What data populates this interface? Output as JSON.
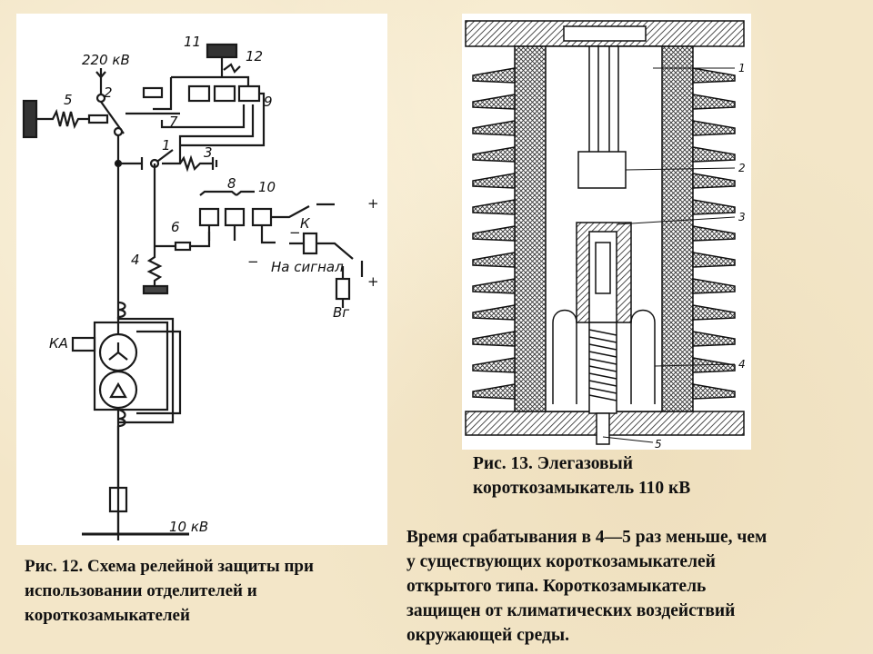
{
  "fig12": {
    "labels": {
      "voltage_top": "220 кВ",
      "voltage_bottom": "10 кВ",
      "n1": "1",
      "n2": "2",
      "n3": "3",
      "n4": "4",
      "n5": "5",
      "n6": "6",
      "n7": "7",
      "n8": "8",
      "n9": "9",
      "n10": "10",
      "n11": "11",
      "n12": "12",
      "relay_k": "К",
      "signal": "На сигнал",
      "ka": "КА",
      "bg": "Вг",
      "plus": "+",
      "minus": "−"
    },
    "caption_lines": [
      "Рис. 12. Схема релейной защиты при",
      "использовании отделителей и",
      "короткозамыкателей"
    ]
  },
  "fig13": {
    "labels": {
      "p1": "1",
      "p2": "2",
      "p3": "3",
      "p4": "4",
      "p5": "5"
    },
    "caption_lines": [
      "Рис. 13. Элегазовый",
      "короткозамыкатель  110 кВ"
    ]
  },
  "description_lines": [
    "Время срабатывания в 4—5 раз меньше, чем",
    "у существующих короткозамыкателей",
    "открытого типа. Короткозамыкатель",
    "защищен от климатических воздействий",
    "окружающей среды."
  ]
}
